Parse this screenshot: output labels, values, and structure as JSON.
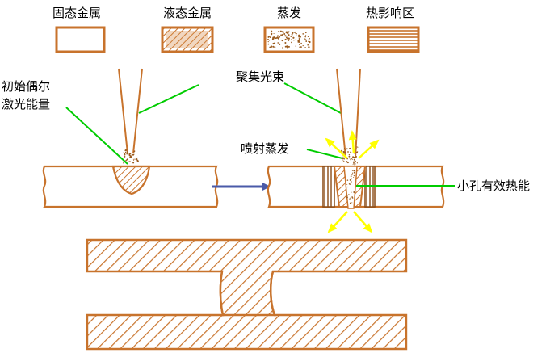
{
  "legend": {
    "solid_label": "固态金属",
    "liquid_label": "液态金属",
    "vapor_label": "蒸发",
    "haz_label": "热影响区"
  },
  "labels": {
    "initial_coupling_line1": "初始偶尔",
    "initial_coupling_line2": "激光能量",
    "focused_beam": "聚集光束",
    "spray_vapor": "喷射蒸发",
    "keyhole_energy": "小孔有效热能"
  },
  "colors": {
    "metal_outline": "#c8732c",
    "label_line": "#00cc00",
    "arrow_blue": "#4a5aa8",
    "spray_yellow": "#ffff00",
    "vapor_dot": "#9a5a1c"
  },
  "icons": {
    "process_arrow": "right-arrow-icon"
  }
}
